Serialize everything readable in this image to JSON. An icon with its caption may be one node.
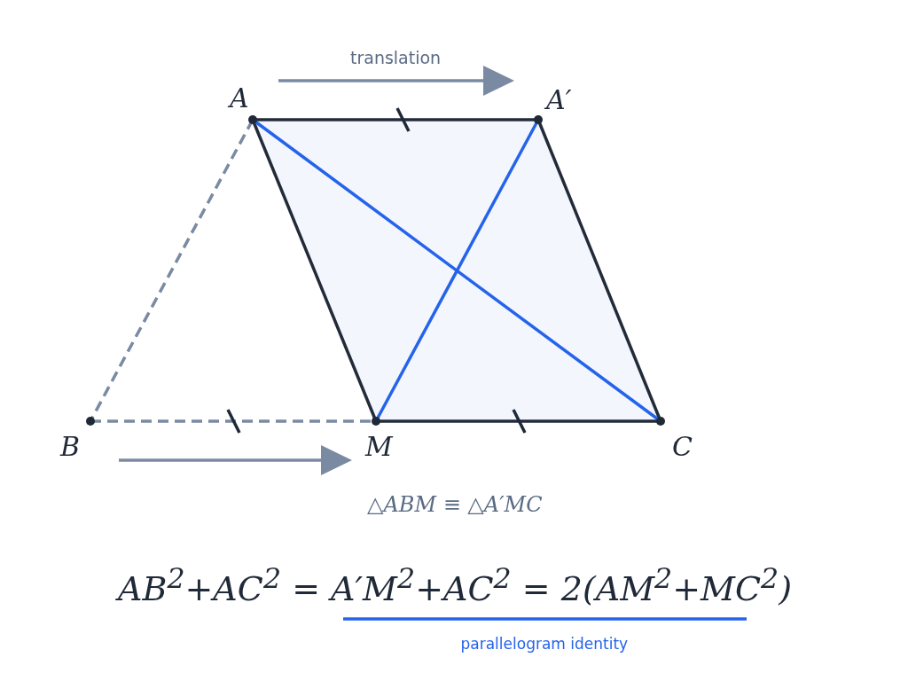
{
  "diagram": {
    "nodes": [
      {
        "text": [
          "A"
        ]
      },
      {
        "text": [
          "A′"
        ]
      },
      {
        "text": [
          "B"
        ]
      },
      {
        "text": [
          "M"
        ]
      },
      {
        "text": [
          "C"
        ]
      }
    ],
    "edges": [
      {
        "from": 0,
        "to": 1,
        "arrow": "none"
      },
      {
        "from": 0,
        "to": 3,
        "arrow": "none"
      },
      {
        "from": 1,
        "to": 4,
        "arrow": "none"
      },
      {
        "from": 3,
        "to": 4,
        "arrow": "none"
      },
      {
        "from": 0,
        "to": 4,
        "arrow": "none",
        "color": "#2563eb"
      },
      {
        "from": 1,
        "to": 3,
        "arrow": "none",
        "color": "#2563eb"
      },
      {
        "from": 0,
        "to": 2,
        "arrow": "none",
        "style": "dashed",
        "color": "#7a8aa3"
      },
      {
        "from": 2,
        "to": 3,
        "arrow": "none",
        "style": "dashed",
        "color": "#7a8aa3"
      }
    ],
    "labels": [
      "translation",
      "△ABM ≡ △A′MC",
      "AB$^{2}$+AC$^{2}$ = A′M$^{2}$+AC$^{2}$ = 2(AM$^{2}$+MC$^{2}$)",
      "parallelogram identity"
    ]
  }
}
